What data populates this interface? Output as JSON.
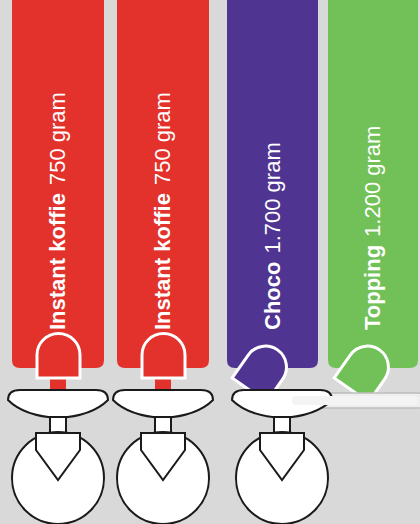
{
  "diagram": {
    "nodes": [
      {
        "text": [
          "Instant koffie",
          "750 gram"
        ]
      },
      {
        "text": [
          "Instant koffie",
          "750 gram"
        ]
      },
      {
        "text": [
          "Choco",
          "1.700 gram"
        ]
      },
      {
        "text": [
          "Topping",
          "1.200 gram"
        ]
      }
    ]
  }
}
